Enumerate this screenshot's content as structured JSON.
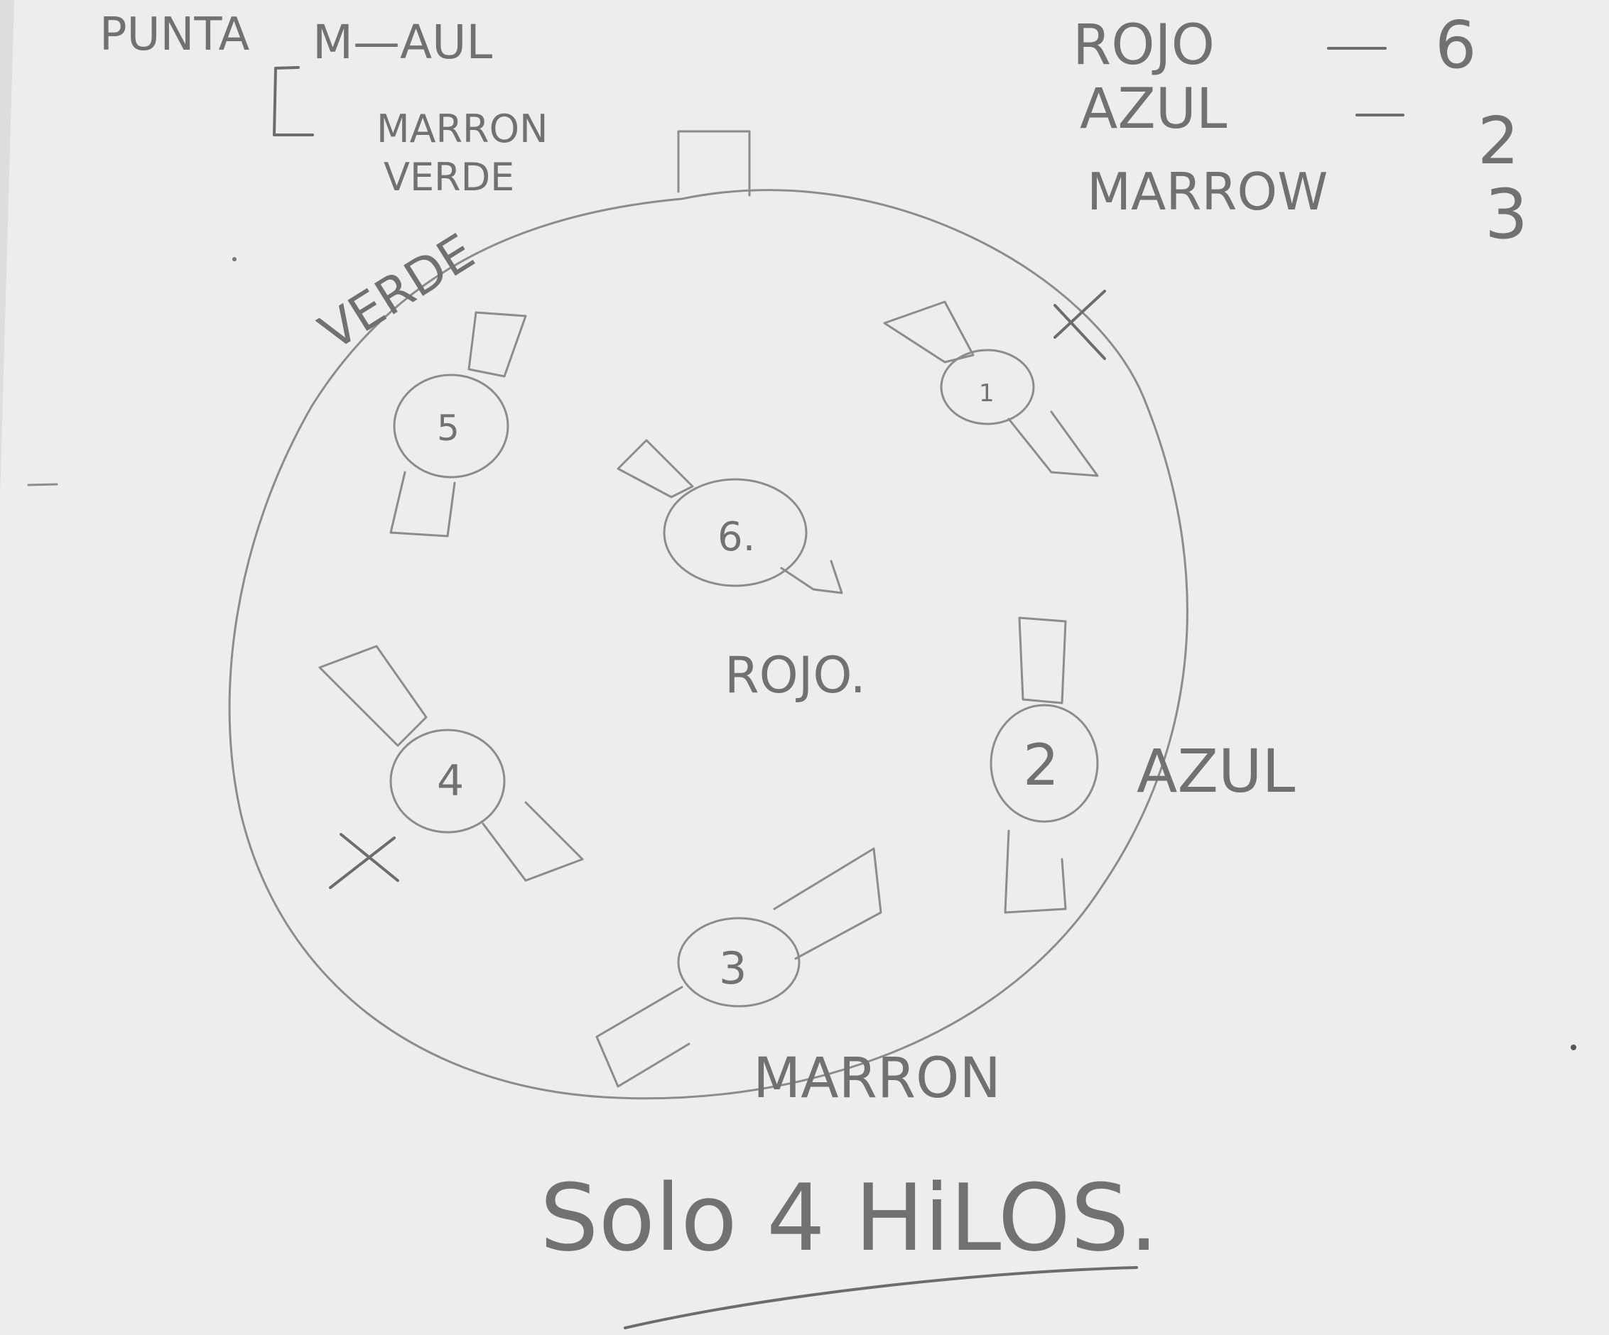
{
  "top_left_note": {
    "partial_word": "PUNTA",
    "line1": "M—AUL",
    "line2": "MARRON",
    "line3": "VERDE"
  },
  "legend": {
    "rows": [
      {
        "color": "ROJO",
        "number": "6"
      },
      {
        "color": "AZUL",
        "number": "2"
      },
      {
        "color": "MARROW",
        "number": "3"
      }
    ]
  },
  "pins": [
    {
      "id": "1",
      "label": "1"
    },
    {
      "id": "2",
      "label": "2"
    },
    {
      "id": "3",
      "label": "3"
    },
    {
      "id": "4",
      "label": "4"
    },
    {
      "id": "5",
      "label": "5"
    },
    {
      "id": "6",
      "label": "6."
    }
  ],
  "wire_labels": {
    "verde": "VERDE",
    "rojo": "ROJO.",
    "azul": "AZUL",
    "marron": "MARRON"
  },
  "marks": {
    "x_mark": "X"
  },
  "footer": {
    "note": "Solo 4 HiLOS."
  }
}
